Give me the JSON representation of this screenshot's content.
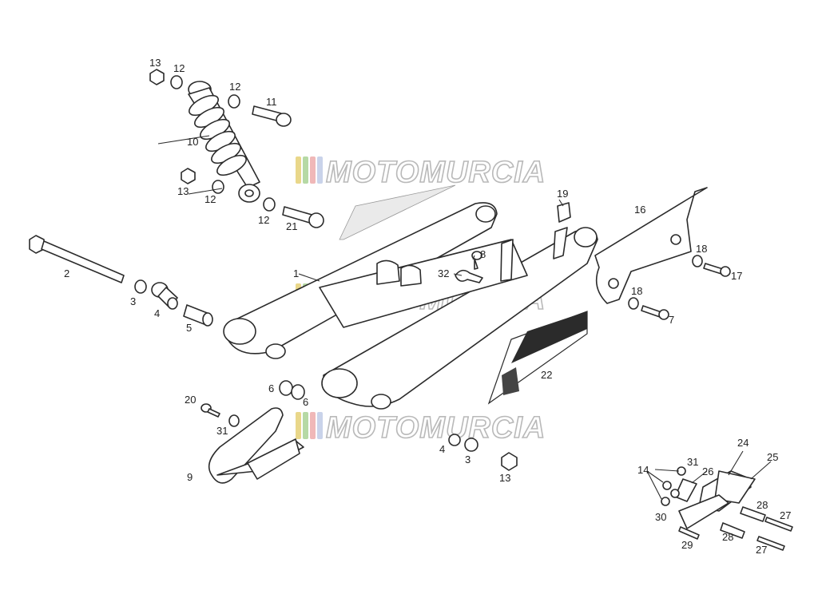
{
  "watermark": {
    "text": "MOTOMURCIA",
    "stripe_colors": [
      "#e9d78a",
      "#b6d9a5",
      "#f0b8b8",
      "#c9d3ea"
    ]
  },
  "callouts": [
    {
      "id": "c13a",
      "label": "13"
    },
    {
      "id": "c12a",
      "label": "12"
    },
    {
      "id": "c12b",
      "label": "12"
    },
    {
      "id": "c11",
      "label": "11"
    },
    {
      "id": "c10",
      "label": "10"
    },
    {
      "id": "c13b",
      "label": "13"
    },
    {
      "id": "c12c",
      "label": "12"
    },
    {
      "id": "c12d",
      "label": "12"
    },
    {
      "id": "c21",
      "label": "21"
    },
    {
      "id": "c2",
      "label": "2"
    },
    {
      "id": "c1",
      "label": "1"
    },
    {
      "id": "c3a",
      "label": "3"
    },
    {
      "id": "c4a",
      "label": "4"
    },
    {
      "id": "c5",
      "label": "5"
    },
    {
      "id": "c19",
      "label": "19"
    },
    {
      "id": "c16",
      "label": "16"
    },
    {
      "id": "c8",
      "label": "8"
    },
    {
      "id": "c32",
      "label": "32"
    },
    {
      "id": "c18a",
      "label": "18"
    },
    {
      "id": "c17",
      "label": "17"
    },
    {
      "id": "c18b",
      "label": "18"
    },
    {
      "id": "c7",
      "label": "7"
    },
    {
      "id": "c22",
      "label": "22"
    },
    {
      "id": "c6a",
      "label": "6"
    },
    {
      "id": "c6b",
      "label": "6"
    },
    {
      "id": "c20",
      "label": "20"
    },
    {
      "id": "c31a",
      "label": "31"
    },
    {
      "id": "c9",
      "label": "9"
    },
    {
      "id": "c4b",
      "label": "4"
    },
    {
      "id": "c3b",
      "label": "3"
    },
    {
      "id": "c13c",
      "label": "13"
    },
    {
      "id": "c24",
      "label": "24"
    },
    {
      "id": "c25",
      "label": "25"
    },
    {
      "id": "c14",
      "label": "14"
    },
    {
      "id": "c31b",
      "label": "31"
    },
    {
      "id": "c26",
      "label": "26"
    },
    {
      "id": "c28a",
      "label": "28"
    },
    {
      "id": "c27a",
      "label": "27"
    },
    {
      "id": "c30",
      "label": "30"
    },
    {
      "id": "c29",
      "label": "29"
    },
    {
      "id": "c28b",
      "label": "28"
    },
    {
      "id": "c27b",
      "label": "27"
    }
  ]
}
